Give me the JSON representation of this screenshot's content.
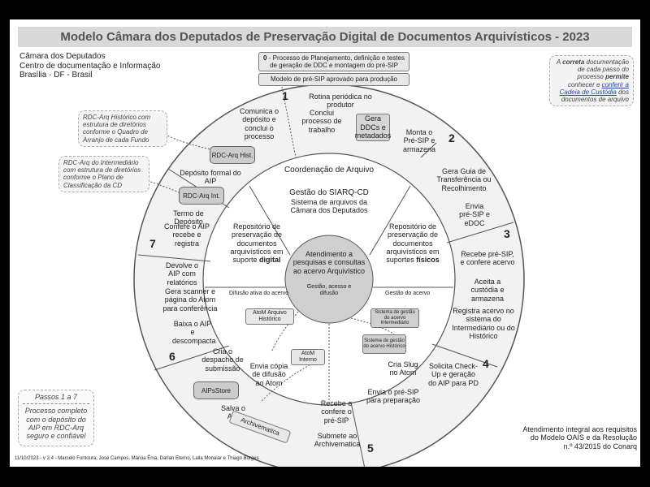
{
  "title": "Modelo Câmara dos Deputados de Preservação Digital de Documentos Arquivísticos - 2023",
  "org": {
    "line1": "Câmara dos Deputados",
    "line2": "Centro de documentação e Informação",
    "line3": "Brasília - DF - Brasil"
  },
  "top_boxes": {
    "step0_num": "0",
    "step0": "- Processo de Planejamento, definição e testes de geração de DDC e montagem do pré-SIP",
    "model": "Modelo de pré-SIP aprovado para produção"
  },
  "right_note": {
    "a": "A ",
    "b": "correta",
    "c": " documentação de cada passo do processo ",
    "d": "permite",
    "e": " conhecer e ",
    "f": "conferir a Cadeia de Custódia",
    "g": " dos documentos de arquivo"
  },
  "center": {
    "coord": "Coordenação de Arquivo",
    "gestao": "Gestão do SIARQ-CD",
    "sistema": "Sistema de arquivos da Câmara dos Deputados",
    "left_repo": "Repositório de preservação de documentos arquivísticos em suporte",
    "left_repo_bold": "digital",
    "right_repo": "Repositório de preservação de documentos arquivísticos em suportes",
    "right_repo_bold": "físicos",
    "atendimento": "Atendimento a pesquisas e consultas ao acervo Arquivístico",
    "gad": "Gestão, acesso e difusão",
    "difusao": "Difusão ativa do acervo",
    "gestao_acervo": "Gestão do acervo"
  },
  "steps": {
    "n1": "1",
    "n2": "2",
    "n3": "3",
    "n4": "4",
    "n5": "5",
    "n6": "6",
    "n7": "7",
    "rotina": "Rotina periódica no produtor",
    "conclui": "Conclui processo de trabalho",
    "gera_ddc": "Gera DDCs e metadados",
    "monta": "Monta o Pré-SIP e armazena",
    "guia": "Gera Guia de Transferência ou Recolhimento",
    "envia_edoc": "Envia pré-SIP e eDOC",
    "recebe_confere": "Recebe pré-SIP, e confere acervo",
    "aceita": "Aceita a custódia e armazena",
    "registra": "Registra acervo no sistema do Intermediário ou do Histórico",
    "solicita": "Solicita Check-Up e geração do AIP para PD",
    "envia_prep": "Envia o pré-SIP para preparação",
    "cria_slug": "Cria Slug no Atom",
    "submete": "Submete ao Archivematica",
    "recebe_sip": "Recebe e confere o pré-SIP",
    "envia_copia": "Envia cópia de difusão ao Atom",
    "salva": "Salva o AIP",
    "cria_desp": "Cria o despacho de submissão",
    "baixa": "Baixa o AIP e descompacta",
    "gera_scanner": "Gera scanner e página do Atom para conferência",
    "devolve": "Devolve o AIP com relatórios",
    "confere_aip": "Confere o AIP recebe e registra",
    "termo": "Termo de Depósito",
    "deposito": "Depósito formal do AIP",
    "comunica": "Comunica o depósito e conclui o processo"
  },
  "systems": {
    "rdc_hist": "RDC-Arq Hist.",
    "rdc_int": "RDC-Arq Int.",
    "aipstore": "AIPsStore",
    "archivematica": "Archivematica",
    "atom_hist": "AtoM Arquivo Histórico",
    "atom_int": "AtoM Interno",
    "sga_int": "Sistema de gestão do acervo Intermediário",
    "sga_hist": "Sistema de gestão do acervo Histórico"
  },
  "notes": {
    "hist": "RDC-Arq Histórico com estrutura de diretórios conforme o Quadro de Arranjo de cada Fundo",
    "int": "RDC-Arq do Intermediário com estrutura de diretórios conforme o Plano de Classificação da CD"
  },
  "passos": {
    "title": "Passos 1 a 7",
    "text": "Processo completo com o depósito do AIP em RDC-Arq seguro e confiável"
  },
  "bottom_right": "Atendimento integral aos requisitos do Modelo OAIS e da Resolução n.º 43/2015 do Conarq",
  "footer": "11/10/2023 - v 2.4 - Marcelo Fontoura, José Campos, Márcia Ênia, Darlan Eterno, Laila Monaiar e Thiago Borges",
  "colors": {
    "ring": "#f2f2f2",
    "inner": "#ffffff",
    "hub": "#cfcfcf",
    "stroke": "#555555"
  }
}
